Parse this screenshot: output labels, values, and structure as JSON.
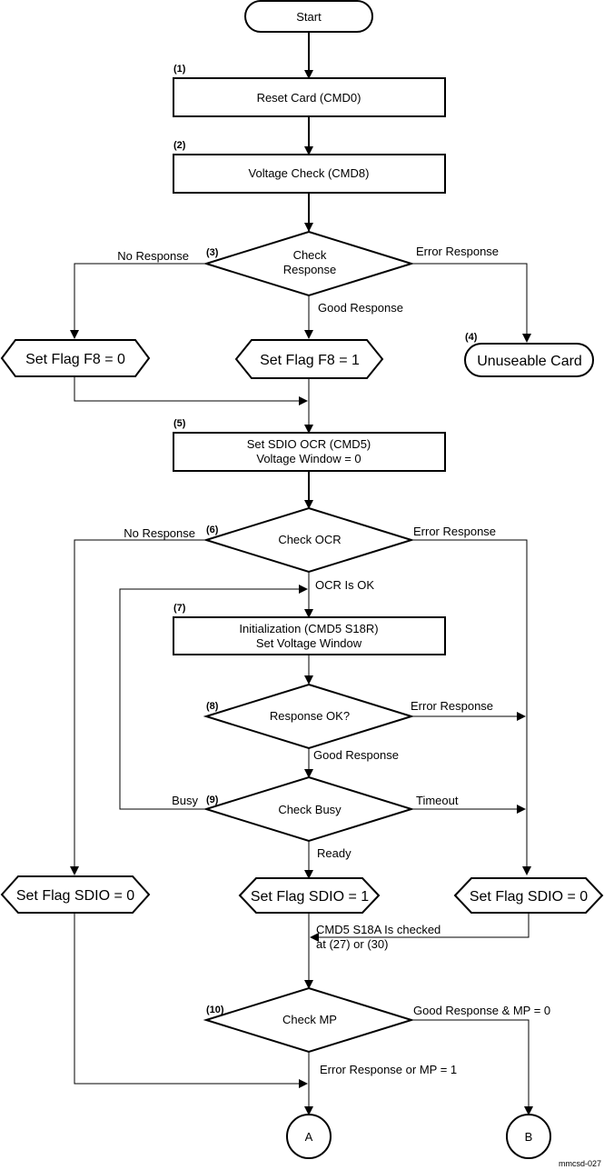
{
  "nodes": {
    "start": "Start",
    "reset": "Reset Card (CMD0)",
    "voltage_check": "Voltage Check (CMD8)",
    "check_response": [
      "Check",
      "Response"
    ],
    "flag_f8_0": "Set Flag F8 = 0",
    "flag_f8_1": "Set Flag F8 = 1",
    "unusable": "Unuseable Card",
    "set_sdio_ocr": [
      "Set SDIO OCR (CMD5)",
      "Voltage Window = 0"
    ],
    "check_ocr": "Check OCR",
    "init": [
      "Initialization (CMD5 S18R)",
      "Set Voltage Window"
    ],
    "response_ok": "Response OK?",
    "check_busy": "Check Busy",
    "flag_sdio_0_left": "Set Flag SDIO = 0",
    "flag_sdio_1": "Set Flag SDIO = 1",
    "flag_sdio_0_right": "Set Flag SDIO = 0",
    "check_mp": "Check MP",
    "conn_a": "A",
    "conn_b": "B"
  },
  "step_numbers": [
    "(1)",
    "(2)",
    "(3)",
    "(4)",
    "(5)",
    "(6)",
    "(7)",
    "(8)",
    "(9)",
    "(10)"
  ],
  "edge_labels": {
    "no_response_1": "No Response",
    "error_response_1": "Error Response",
    "good_response_1": "Good Response",
    "no_response_2": "No Response",
    "error_response_2": "Error Response",
    "ocr_ok": "OCR Is OK",
    "error_response_3": "Error Response",
    "good_response_2": "Good Response",
    "busy": "Busy",
    "timeout": "Timeout",
    "ready": "Ready",
    "cmd5_note": [
      "CMD5 S18A Is checked",
      "at (27) or (30)"
    ],
    "good_mp0": "Good Response & MP = 0",
    "error_mp1": "Error Response or MP = 1"
  },
  "footnote": "mmcsd-027"
}
